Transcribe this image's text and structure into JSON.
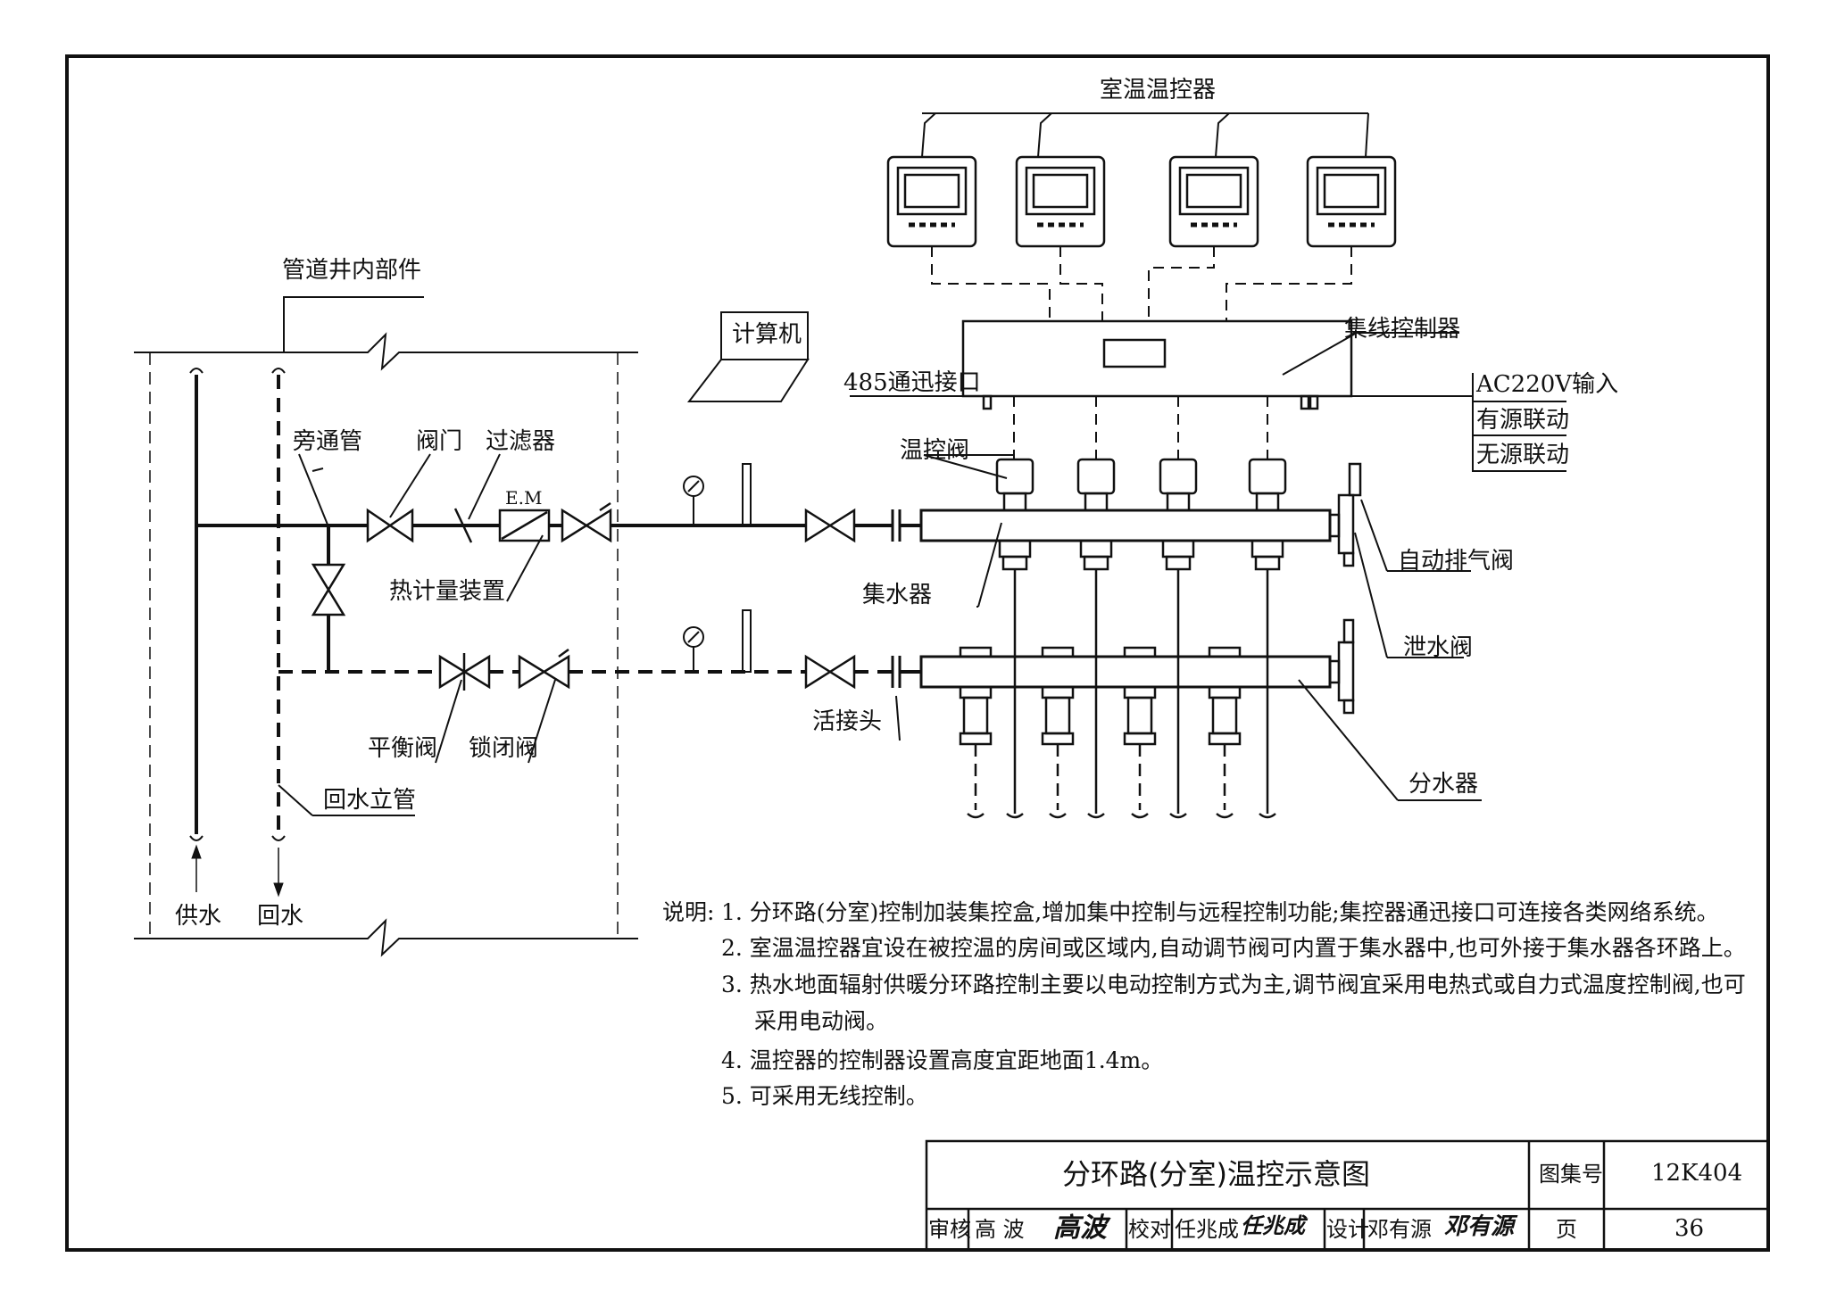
{
  "labels": {
    "thermostats": "室温温控器",
    "shaft_parts": "管道井内部件",
    "computer": "计算机",
    "port_485": "485通迅接口",
    "hub_controller": "集线控制器",
    "ac_input": "AC220V输入",
    "active_link": "有源联动",
    "passive_link": "无源联动",
    "thermo_valve": "温控阀",
    "bypass": "旁通管",
    "valve": "阀门",
    "filter": "过滤器",
    "em": "E.M",
    "heat_meter": "热计量装置",
    "collector": "集水器",
    "auto_vent": "自动排气阀",
    "drain_valve": "泄水阀",
    "union": "活接头",
    "balance_valve": "平衡阀",
    "lock_valve": "锁闭阀",
    "return_riser": "回水立管",
    "distributor": "分水器",
    "supply": "供水",
    "return": "回水"
  },
  "notes": {
    "heading": "说明:",
    "items": [
      "1. 分环路(分室)控制加装集控盒,增加集中控制与远程控制功能;集控器通迅接口可连接各类网络系统。",
      "2. 室温温控器宜设在被控温的房间或区域内,自动调节阀可内置于集水器中,也可外接于集水器各环路上。",
      "3. 热水地面辐射供暖分环路控制主要以电动控制方式为主,调节阀宜采用电热式或自力式温度控制阀,也可",
      "采用电动阀。",
      "4. 温控器的控制器设置高度宜距地面1.4m。",
      "5. 可采用无线控制。"
    ]
  },
  "title_block": {
    "title": "分环路(分室)温控示意图",
    "atlas_label": "图集号",
    "atlas_no": "12K404",
    "review_label": "审核",
    "reviewer": "高 波",
    "reviewer_sig": "高波",
    "check_label": "校对",
    "checker": "任兆成",
    "checker_sig": "任兆成",
    "design_label": "设计",
    "designer": "邓有源",
    "designer_sig": "邓有源",
    "page_label": "页",
    "page_no": "36"
  }
}
